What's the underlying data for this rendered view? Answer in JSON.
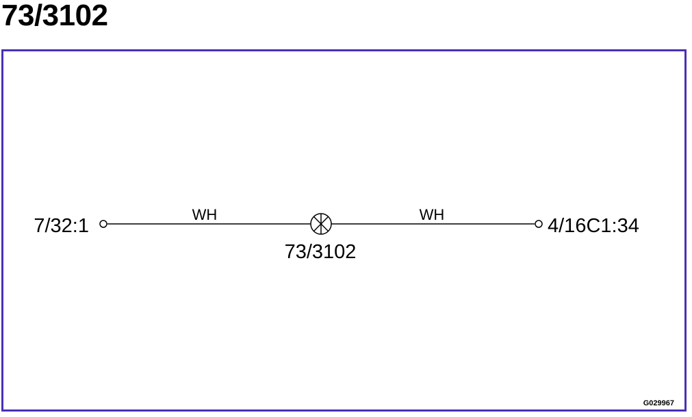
{
  "title": "73/3102",
  "diagram": {
    "left_terminal": "7/32:1",
    "right_terminal": "4/16C1:34",
    "center_component": "73/3102",
    "wire_left_color": "WH",
    "wire_right_color": "WH",
    "drawing_code": "G029967",
    "frame_color": "#4b2fb5"
  }
}
